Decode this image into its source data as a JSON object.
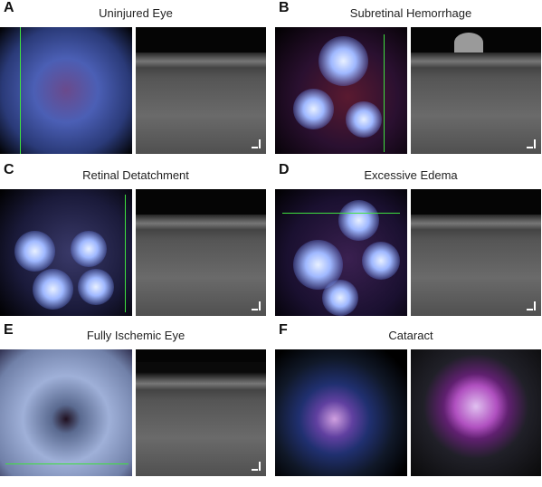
{
  "panels": [
    {
      "letter": "A",
      "title": "Uninjured Eye"
    },
    {
      "letter": "B",
      "title": "Subretinal Hemorrhage"
    },
    {
      "letter": "C",
      "title": "Retinal Detatchment"
    },
    {
      "letter": "D",
      "title": "Excessive Edema"
    },
    {
      "letter": "E",
      "title": "Fully Ischemic Eye"
    },
    {
      "letter": "F",
      "title": "Cataract"
    }
  ]
}
